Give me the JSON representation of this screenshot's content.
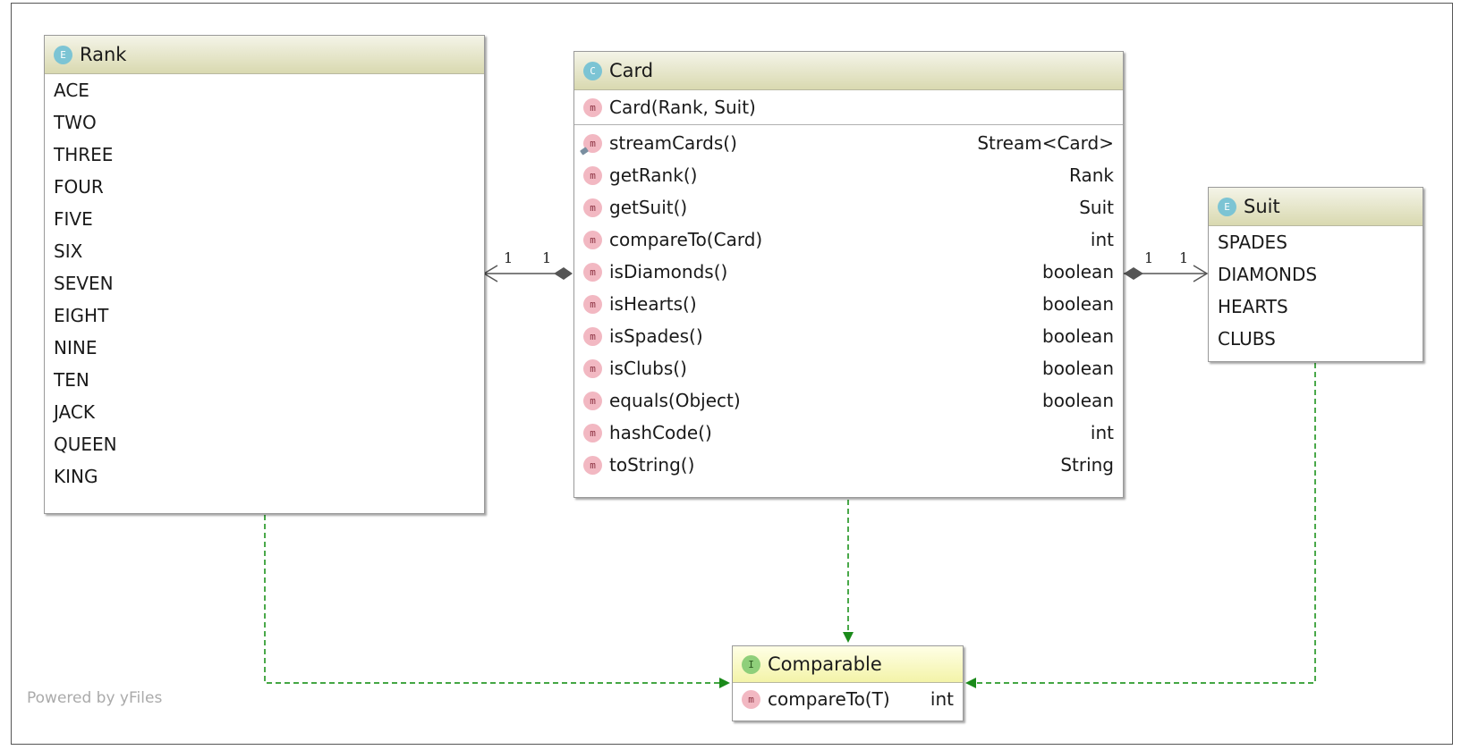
{
  "footer": {
    "powered_by": "Powered by yFiles"
  },
  "colors": {
    "dependency_edge": "#2a9a2a",
    "arrowhead": "#1a8a1a",
    "composition": "#555555",
    "header_gradient": "#d9d9b0"
  },
  "rank": {
    "badge": "E",
    "title": "Rank",
    "constants": [
      "ACE",
      "TWO",
      "THREE",
      "FOUR",
      "FIVE",
      "SIX",
      "SEVEN",
      "EIGHT",
      "NINE",
      "TEN",
      "JACK",
      "QUEEN",
      "KING"
    ]
  },
  "card": {
    "badge": "C",
    "title": "Card",
    "constructor": {
      "badge": "m",
      "name": "Card(Rank, Suit)"
    },
    "methods": [
      {
        "badge": "m",
        "name": "streamCards()",
        "ret": "Stream<Card>"
      },
      {
        "badge": "m",
        "name": "getRank()",
        "ret": "Rank"
      },
      {
        "badge": "m",
        "name": "getSuit()",
        "ret": "Suit"
      },
      {
        "badge": "m",
        "name": "compareTo(Card)",
        "ret": "int"
      },
      {
        "badge": "m",
        "name": "isDiamonds()",
        "ret": "boolean"
      },
      {
        "badge": "m",
        "name": "isHearts()",
        "ret": "boolean"
      },
      {
        "badge": "m",
        "name": "isSpades()",
        "ret": "boolean"
      },
      {
        "badge": "m",
        "name": "isClubs()",
        "ret": "boolean"
      },
      {
        "badge": "m",
        "name": "equals(Object)",
        "ret": "boolean"
      },
      {
        "badge": "m",
        "name": "hashCode()",
        "ret": "int"
      },
      {
        "badge": "m",
        "name": "toString()",
        "ret": "String"
      }
    ]
  },
  "suit": {
    "badge": "E",
    "title": "Suit",
    "constants": [
      "SPADES",
      "DIAMONDS",
      "HEARTS",
      "CLUBS"
    ]
  },
  "comparable": {
    "badge": "I",
    "title": "Comparable",
    "methods": [
      {
        "badge": "m",
        "name": "compareTo(T)",
        "ret": "int"
      }
    ]
  },
  "multiplicities": {
    "card_rank_near_rank": "1",
    "card_rank_near_card": "1",
    "card_suit_near_card": "1",
    "card_suit_near_suit": "1"
  }
}
